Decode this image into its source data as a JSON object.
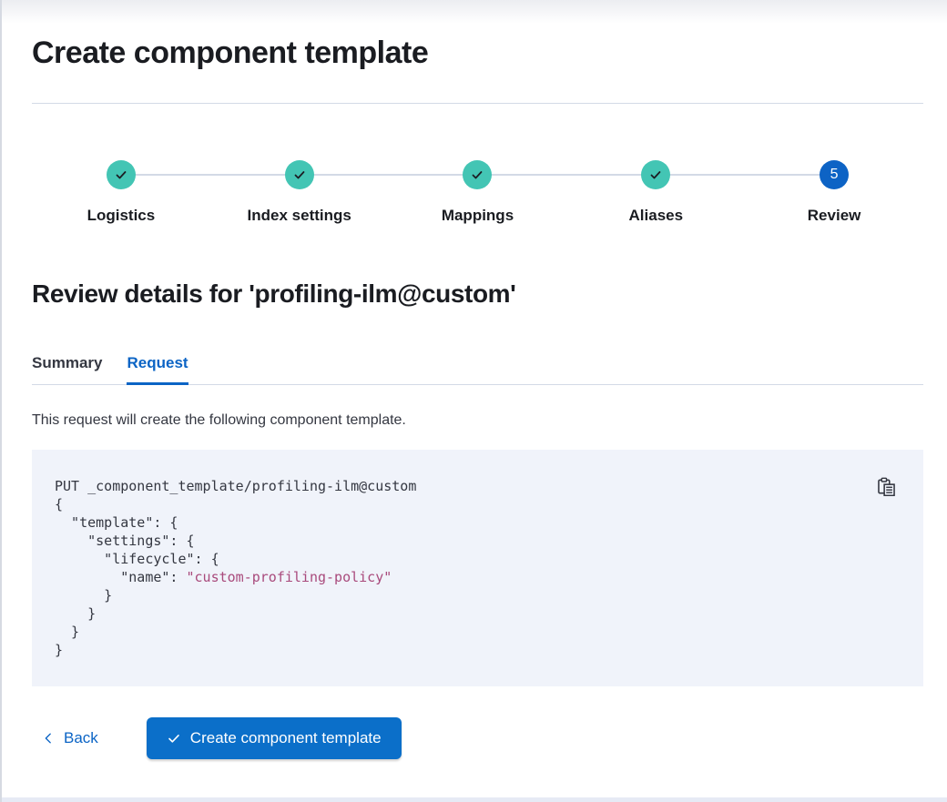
{
  "page": {
    "title": "Create component template"
  },
  "steps": {
    "items": [
      {
        "label": "Logistics",
        "status": "complete"
      },
      {
        "label": "Index settings",
        "status": "complete"
      },
      {
        "label": "Mappings",
        "status": "complete"
      },
      {
        "label": "Aliases",
        "status": "complete"
      },
      {
        "label": "Review",
        "status": "current",
        "number": "5"
      }
    ]
  },
  "review": {
    "heading": "Review details for 'profiling-ilm@custom'",
    "tabs": {
      "summary": "Summary",
      "request": "Request"
    },
    "description": "This request will create the following component template."
  },
  "request_preview": {
    "method_line": "PUT _component_template/profiling-ilm@custom",
    "open_brace": "{",
    "template_line": "  \"template\": {",
    "settings_line": "    \"settings\": {",
    "lifecycle_line": "      \"lifecycle\": {",
    "name_key": "        \"name\": ",
    "name_value": "\"custom-profiling-policy\"",
    "close_1": "      }",
    "close_2": "    }",
    "close_3": "  }",
    "close_4": "}"
  },
  "footer": {
    "back_label": "Back",
    "submit_label": "Create component template"
  },
  "colors": {
    "accent_teal": "#43c5b4",
    "step_active_blue": "#0d63c5",
    "primary_blue": "#0b64c5",
    "button_blue": "#0b6fc9",
    "code_bg": "#f0f3fa",
    "code_string": "#a94a7c",
    "border_gray": "#d3dae6"
  }
}
